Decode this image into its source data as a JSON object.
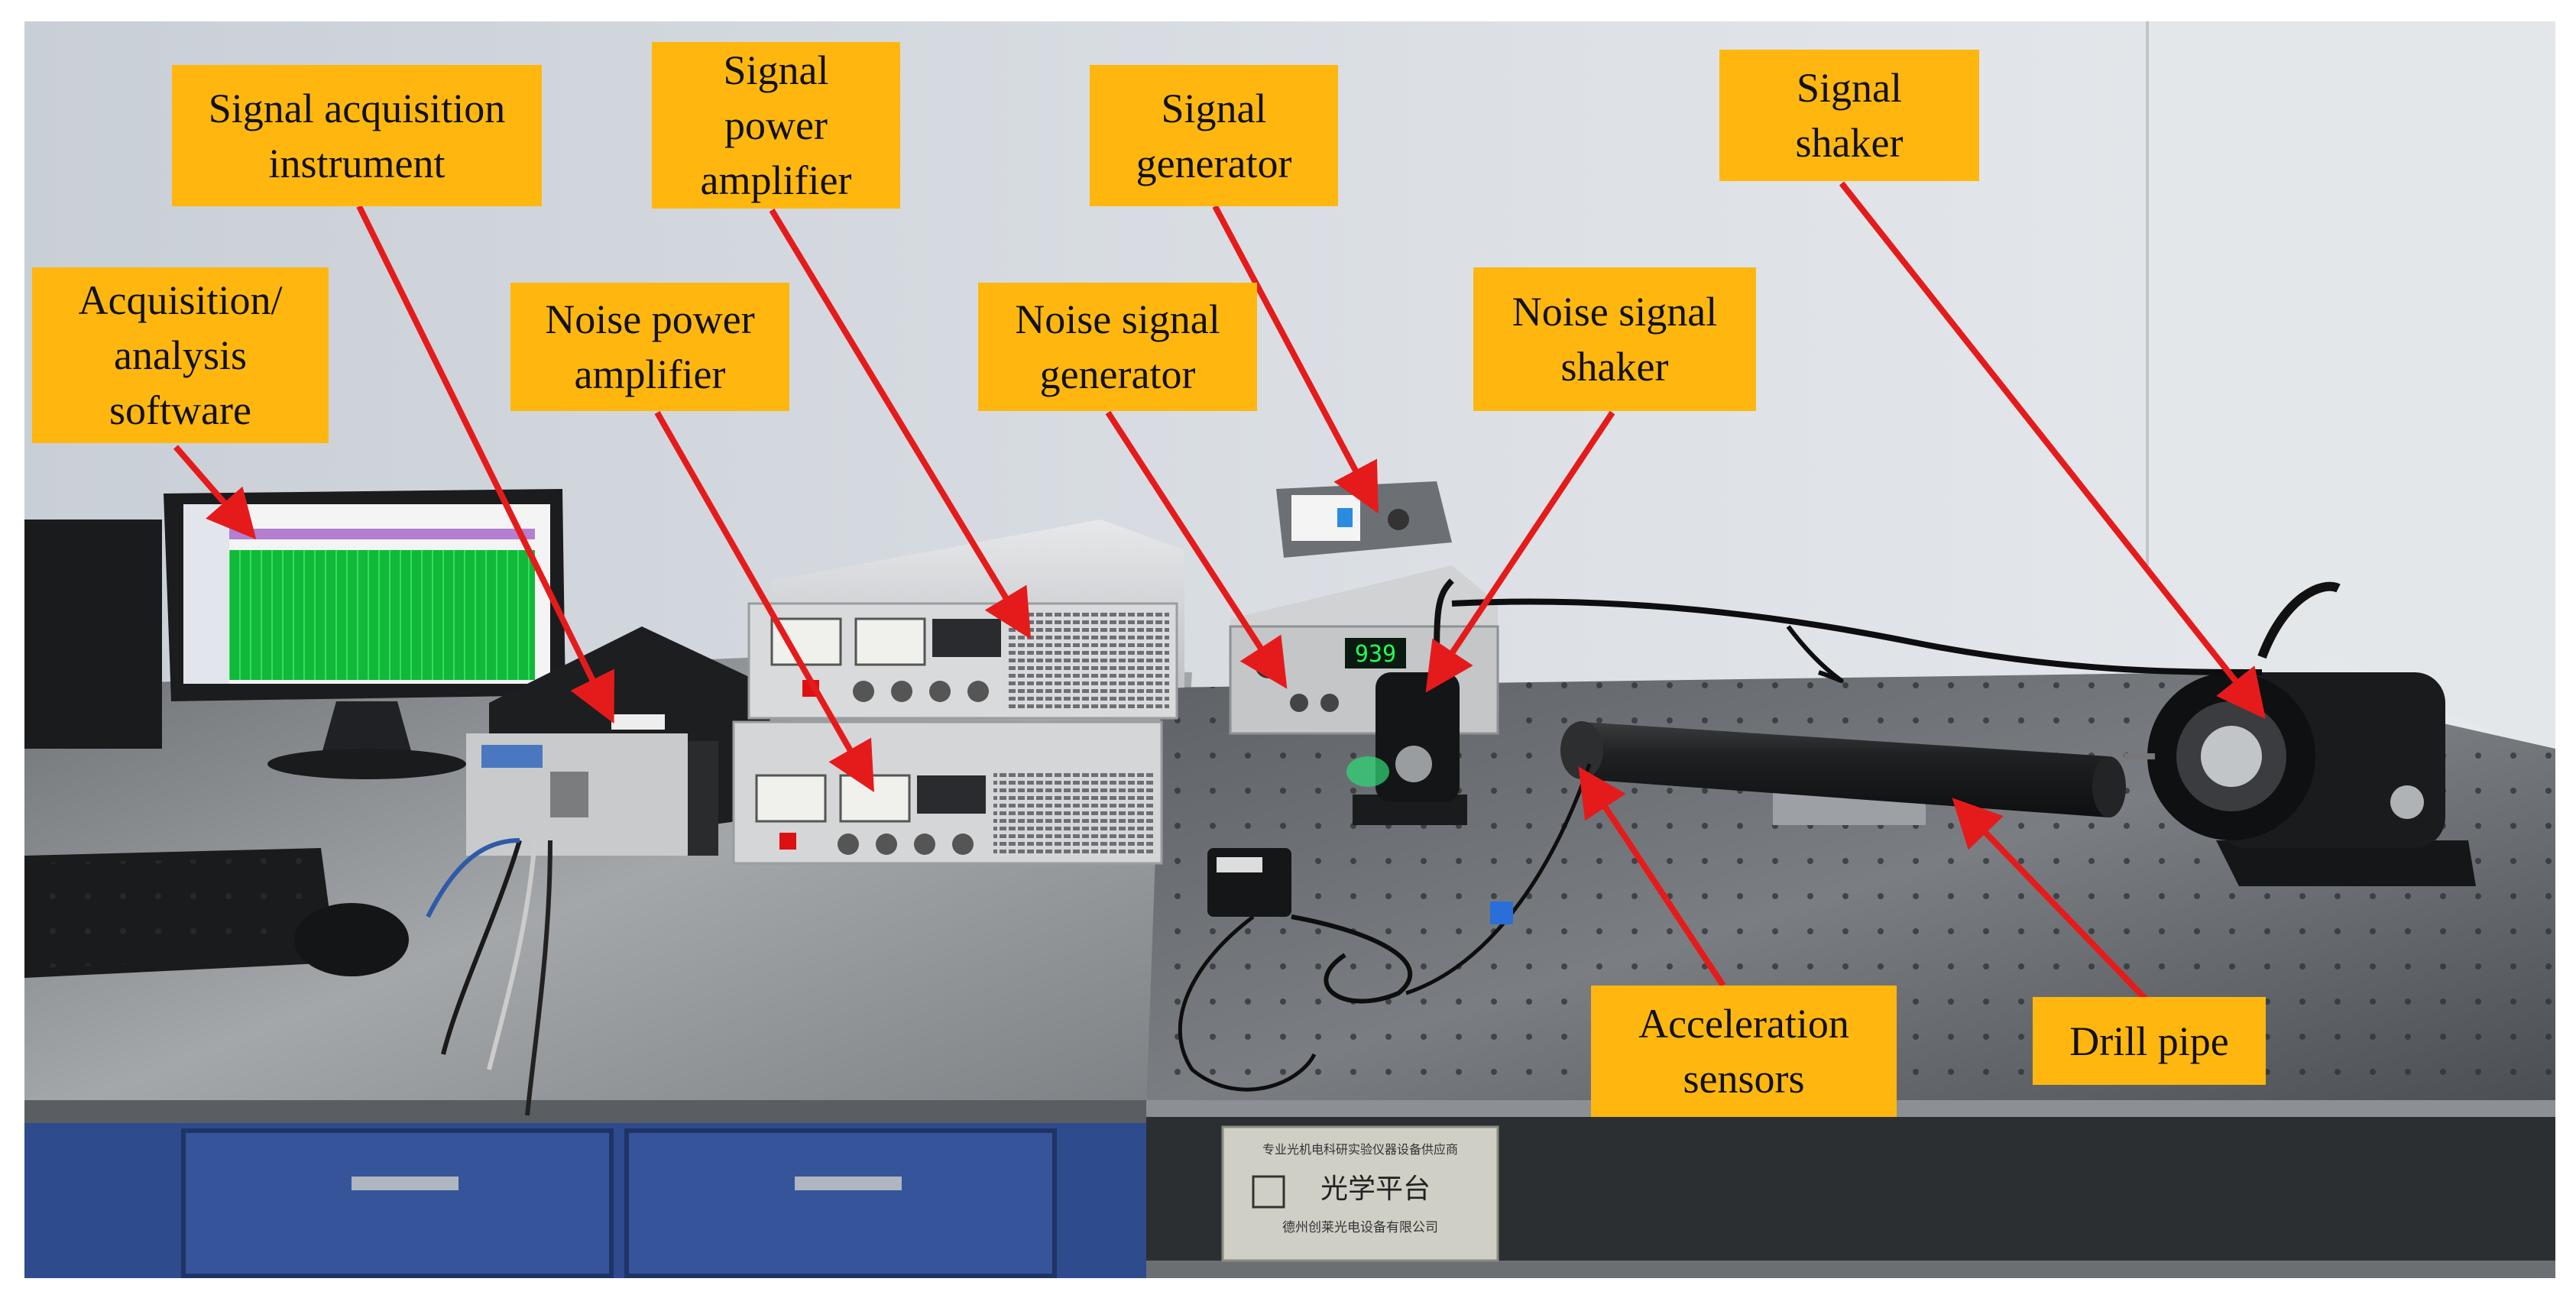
{
  "colors": {
    "label_fill": "#FFB70F",
    "arrow": "#E51B1B",
    "wall": "#D9DEE4",
    "table_steel": "#8A8D90",
    "optical_table": "#4C5053",
    "cabinet_blue": "#2E4B8E",
    "screen_green": "#10C23C"
  },
  "labels": {
    "acq_software": [
      "Acquisition/",
      "analysis",
      "software"
    ],
    "acq_instrument": [
      "Signal acquisition",
      "instrument"
    ],
    "noise_power_amp": [
      "Noise power",
      "amplifier"
    ],
    "signal_power_amp": [
      "Signal",
      "power",
      "amplifier"
    ],
    "noise_sig_gen": [
      "Noise signal",
      "generator"
    ],
    "signal_gen": [
      "Signal",
      "generator"
    ],
    "noise_shaker": [
      "Noise signal",
      "shaker"
    ],
    "signal_shaker": [
      "Signal",
      "shaker"
    ],
    "accel_sensors": [
      "Acceleration",
      "sensors"
    ],
    "drill_pipe": [
      "Drill pipe"
    ]
  },
  "plate": {
    "line1": "专业光机电科研实验仪器设备供应商",
    "title": "光学平台",
    "company": "德州创莱光电设备有限公司",
    "generator_display": "939"
  }
}
